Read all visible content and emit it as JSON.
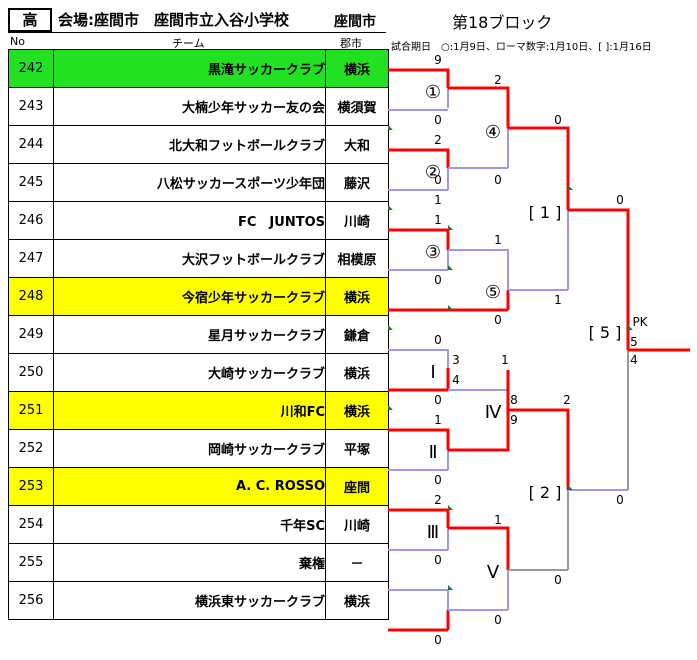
{
  "header": {
    "grade": "高",
    "venue": "会場:座間市　座間市立入谷小学校",
    "city": "座間市",
    "block": "第18ブロック"
  },
  "columns": {
    "no": "No",
    "team": "チーム",
    "city": "郡市"
  },
  "legend": "試合期日　○:1月9日、ローマ数字:1月10日、[ ]:1月16日",
  "teams": [
    {
      "no": "242",
      "name": "黒滝サッカークラブ",
      "city": "横浜",
      "highlight": "green"
    },
    {
      "no": "243",
      "name": "大楠少年サッカー友の会",
      "city": "横須賀",
      "highlight": ""
    },
    {
      "no": "244",
      "name": "北大和フットボールクラブ",
      "city": "大和",
      "highlight": ""
    },
    {
      "no": "245",
      "name": "八松サッカースポーツ少年団",
      "city": "藤沢",
      "highlight": ""
    },
    {
      "no": "246",
      "name": "FC　JUNTOS",
      "city": "川崎",
      "highlight": ""
    },
    {
      "no": "247",
      "name": "大沢フットボールクラブ",
      "city": "相模原",
      "highlight": ""
    },
    {
      "no": "248",
      "name": "今宿少年サッカークラブ",
      "city": "横浜",
      "highlight": "yellow"
    },
    {
      "no": "249",
      "name": "星月サッカークラブ",
      "city": "鎌倉",
      "highlight": ""
    },
    {
      "no": "250",
      "name": "大崎サッカークラブ",
      "city": "横浜",
      "highlight": ""
    },
    {
      "no": "251",
      "name": "川和FC",
      "city": "横浜",
      "highlight": "yellow"
    },
    {
      "no": "252",
      "name": "岡崎サッカークラブ",
      "city": "平塚",
      "highlight": ""
    },
    {
      "no": "253",
      "name": "A. C. ROSSO",
      "city": "座間",
      "highlight": "yellow"
    },
    {
      "no": "254",
      "name": "千年SC",
      "city": "川崎",
      "highlight": ""
    },
    {
      "no": "255",
      "name": "棄権",
      "city": "－",
      "highlight": ""
    },
    {
      "no": "256",
      "name": "横浜東サッカークラブ",
      "city": "横浜",
      "highlight": ""
    }
  ],
  "match_labels": [
    "①",
    "④",
    "②",
    "③",
    "⑤",
    "[ 1 ]",
    "Ⅰ",
    "Ⅳ",
    "Ⅱ",
    "Ⅲ",
    "Ⅴ",
    "[ 2 ]",
    "[ 5 ]"
  ],
  "scores": [
    "9",
    "0",
    "2",
    "0",
    "2",
    "0",
    "1",
    "1",
    "0",
    "1",
    "0",
    "0",
    "1",
    "0",
    "0",
    "0",
    "3",
    "4",
    "1",
    "8",
    "9",
    "2",
    "1",
    "0",
    "2",
    "0",
    "1",
    "0",
    "0",
    "0",
    "0",
    "PK",
    "5",
    "4"
  ],
  "colors": {
    "win": "#ff0000",
    "lose": "#9999ee",
    "gray": "#999999",
    "green_row": "#22e022",
    "yellow_row": "#ffff00",
    "marker": "#227722"
  }
}
